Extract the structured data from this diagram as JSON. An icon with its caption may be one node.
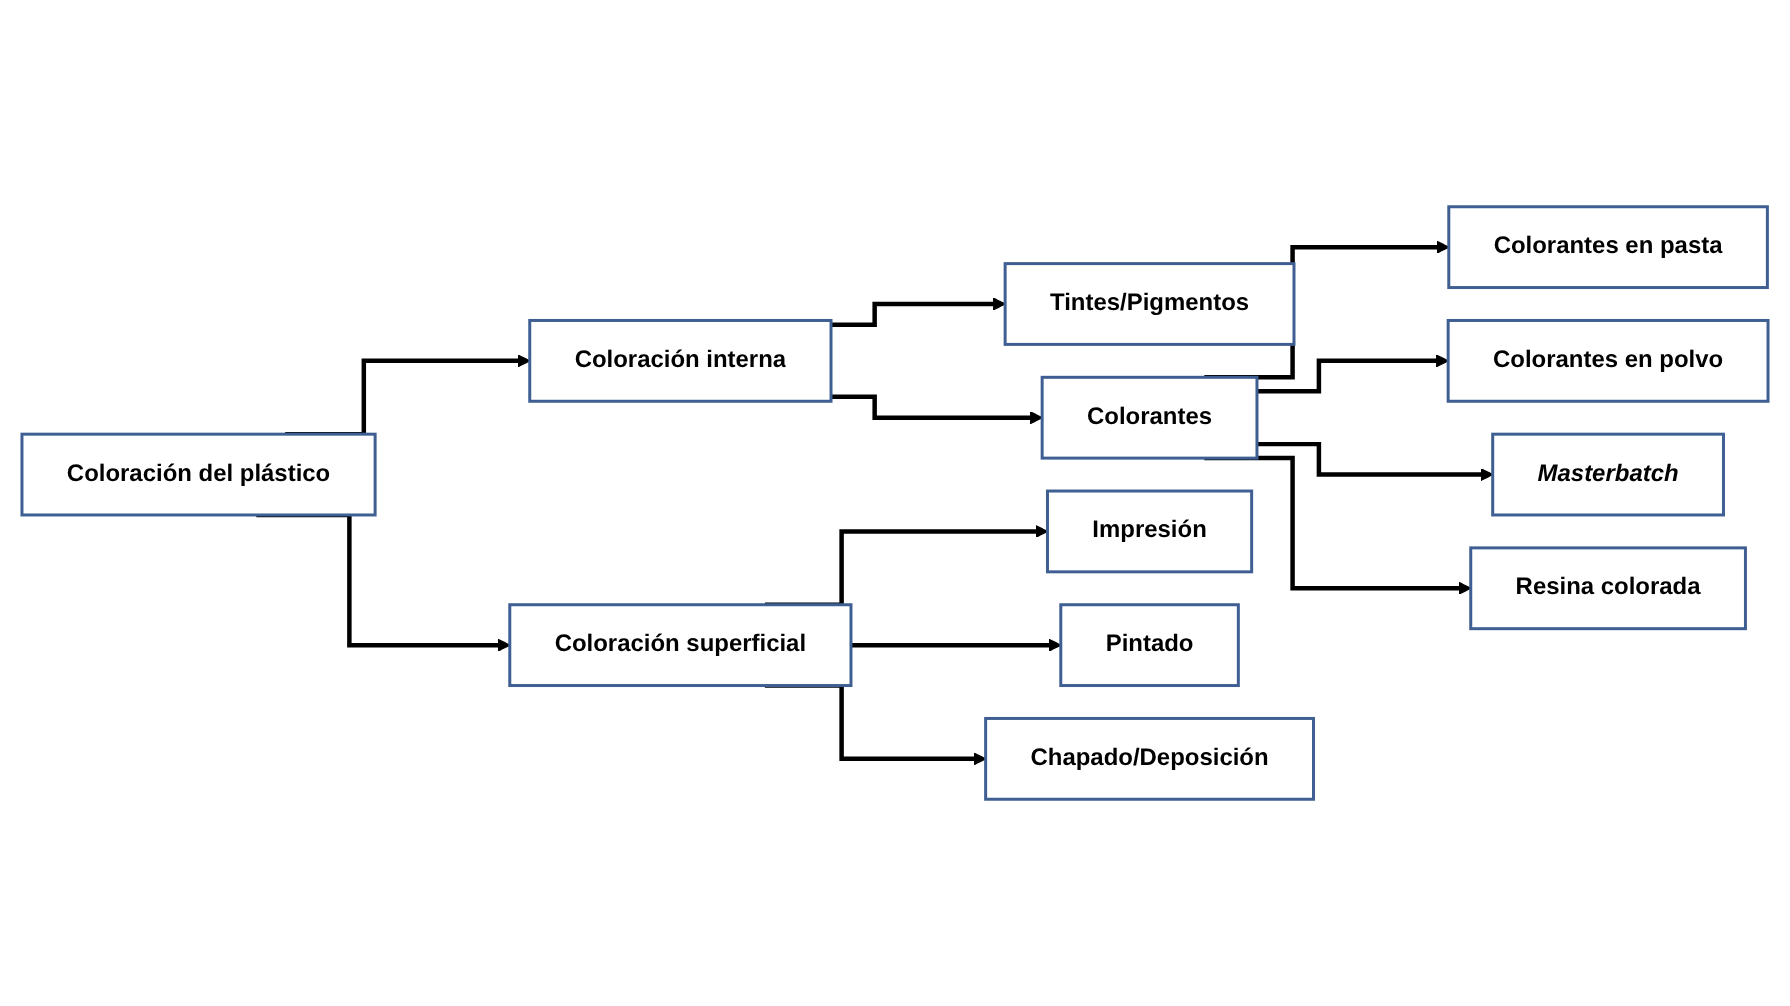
{
  "diagram": {
    "nodes": [
      {
        "text": [
          "Coloración del plástico"
        ]
      },
      {
        "text": [
          "Coloración interna"
        ]
      },
      {
        "text": [
          "Coloración superficial"
        ]
      },
      {
        "text": [
          "Tintes/Pigmentos"
        ]
      },
      {
        "text": [
          "Colorantes"
        ]
      },
      {
        "text": [
          "Colorantes en pasta"
        ]
      },
      {
        "text": [
          "Colorantes en polvo"
        ]
      },
      {
        "text": [
          "Masterbatch"
        ]
      },
      {
        "text": [
          "Resina colorada"
        ]
      },
      {
        "text": [
          "Impresión"
        ]
      },
      {
        "text": [
          "Pintado"
        ]
      },
      {
        "text": [
          "Chapado/Deposición"
        ]
      }
    ],
    "edges": [
      {
        "from": 0,
        "to": 1,
        "arrow": "to"
      },
      {
        "from": 0,
        "to": 2,
        "arrow": "to"
      },
      {
        "from": 1,
        "to": 3,
        "arrow": "to"
      },
      {
        "from": 1,
        "to": 4,
        "arrow": "to"
      },
      {
        "from": 4,
        "to": 5,
        "arrow": "to"
      },
      {
        "from": 4,
        "to": 6,
        "arrow": "to"
      },
      {
        "from": 4,
        "to": 7,
        "arrow": "to"
      },
      {
        "from": 4,
        "to": 8,
        "arrow": "to"
      },
      {
        "from": 2,
        "to": 9,
        "arrow": "to"
      },
      {
        "from": 2,
        "to": 10,
        "arrow": "to"
      },
      {
        "from": 2,
        "to": 11,
        "arrow": "to"
      }
    ]
  }
}
